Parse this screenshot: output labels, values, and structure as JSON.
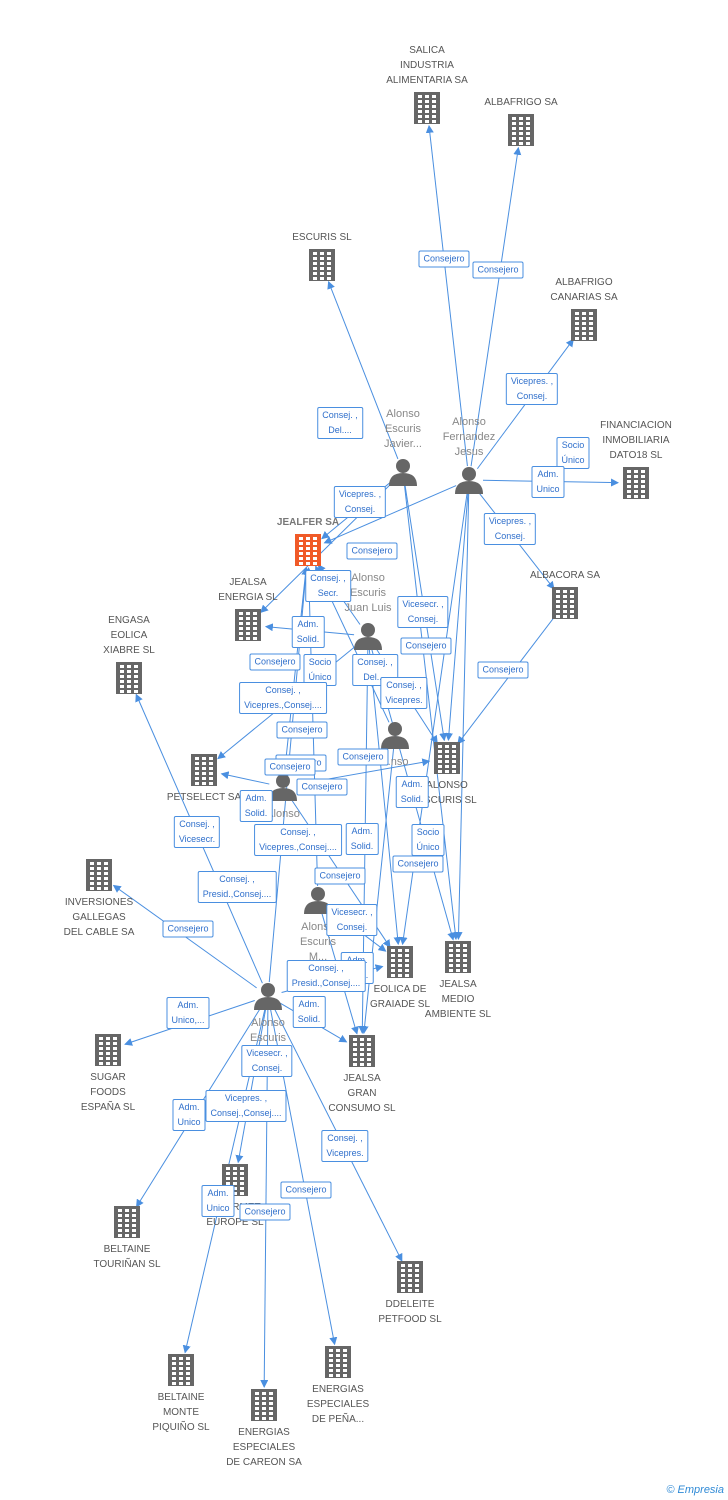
{
  "colors": {
    "edge": "#4a8fe0",
    "building": "#666666",
    "focus": "#f05a28",
    "person": "#666666"
  },
  "nodes": [
    {
      "id": "salica",
      "kind": "company",
      "label": "SALICA\nINDUSTRIA\nALIMENTARIA SA"
    },
    {
      "id": "albafrigo",
      "kind": "company",
      "label": "ALBAFRIGO SA"
    },
    {
      "id": "escuris",
      "kind": "company",
      "label": "ESCURIS SL"
    },
    {
      "id": "albafrigo_can",
      "kind": "company",
      "label": "ALBAFRIGO\nCANARIAS SA"
    },
    {
      "id": "financiacion",
      "kind": "company",
      "label": "FINANCIACION\nINMOBILIARIA\nDATO18 SL"
    },
    {
      "id": "jealfer",
      "kind": "focus",
      "label": "JEALFER SA"
    },
    {
      "id": "albacora",
      "kind": "company",
      "label": "ALBACORA SA"
    },
    {
      "id": "jealsa_energia",
      "kind": "company",
      "label": "JEALSA\nENERGIA SL"
    },
    {
      "id": "engasa",
      "kind": "company",
      "label": "ENGASA\nEOLICA\nXIABRE SL"
    },
    {
      "id": "petselect",
      "kind": "company",
      "label": "PETSELECT SA"
    },
    {
      "id": "alonso_escuris_sl",
      "kind": "company",
      "label": "ALONSO\nESCURIS SL"
    },
    {
      "id": "inversiones",
      "kind": "company",
      "label": "INVERSIONES\nGALLEGAS\nDEL CABLE SA"
    },
    {
      "id": "eolica",
      "kind": "company",
      "label": "EOLICA DE\nGRAIADE SL"
    },
    {
      "id": "jealsa_medio",
      "kind": "company",
      "label": "JEALSA\nMEDIO\nAMBIENTE SL"
    },
    {
      "id": "jealsa_gran",
      "kind": "company",
      "label": "JEALSA\nGRAN\nCONSUMO SL"
    },
    {
      "id": "sugar",
      "kind": "company",
      "label": "SUGAR\nFOODS\nESPAÑA  SL"
    },
    {
      "id": "gourmet",
      "kind": "company",
      "label": "GOURMET\nEUROPE SL"
    },
    {
      "id": "beltaine_t",
      "kind": "company",
      "label": "BELTAINE\nTOURIÑAN SL"
    },
    {
      "id": "ddeleite",
      "kind": "company",
      "label": "DDELEITE\nPETFOOD  SL"
    },
    {
      "id": "beltaine_m",
      "kind": "company",
      "label": "BELTAINE\nMONTE\nPIQUIÑO SL"
    },
    {
      "id": "energias_car",
      "kind": "company",
      "label": "ENERGIAS\nESPECIALES\nDE CAREON SA"
    },
    {
      "id": "energias_pen",
      "kind": "company",
      "label": "ENERGIAS\nESPECIALES\nDE PEÑA..."
    },
    {
      "id": "p_alonso_fj",
      "kind": "person",
      "label": "Alonso\nFernandez\nJesus"
    },
    {
      "id": "p_alonso_ej",
      "kind": "person",
      "label": "Alonso\nEscuris\nJavier..."
    },
    {
      "id": "p_alonso_jl",
      "kind": "person",
      "label": "Alonso\nEscuris\nJuan Luis"
    },
    {
      "id": "p_alonso_m",
      "kind": "person",
      "label": "Alonso\nEscuris\nM..."
    },
    {
      "id": "p_alonso_e",
      "kind": "person",
      "label": "Alonso\nEscuris..."
    },
    {
      "id": "p_alonso_c",
      "kind": "person",
      "label": "Alonso\nEscuris"
    },
    {
      "id": "p_fonso",
      "kind": "person",
      "label": "...nso"
    }
  ],
  "edge_labels": [
    "Consejero",
    "Consejero",
    "Consej. ,\nDel....",
    "Vicepres. ,\nConsej.",
    "Socio\nÚnico",
    "Adm.\nUnico",
    "Vicepres. ,\nConsej.",
    "Vicepres. ,\nConsej.",
    "Consejero",
    "Consej. ,\nSecr.",
    "Adm.\nSolid.",
    "Consejero",
    "Socio\nÚnico",
    "Consej. ,\nVicepres.,Consej....",
    "Consejero",
    "Consej. ,\nDel....",
    "Consej. ,\nVicepres.",
    "Vicesecr. ,\nConsej.",
    "Consejero",
    "Consejero",
    "Consej. ,\nVicesecr.",
    "Adm.\nSolid.",
    "Consej. ,\nVicepres.,Consej....",
    "Consej. ,\nPresid.,Consej....",
    "Consejero",
    "Consejero",
    "Adm.\nSolid.",
    "Adm.\nSolid.",
    "Socio\nÚnico",
    "Consejero",
    "Consejero",
    "Vicesecr. ,\nConsej.",
    "Adm.\nSolid.",
    "Adm.\nUnico,...",
    "Vicesecr. ,\nConsej.",
    "Adm.\nUnico",
    "Vicepres. ,\nConsej.,Consej....",
    "Consej. ,\nVicepres.",
    "Consejero",
    "Adm.\nUnico",
    "Consejero",
    "Consejero",
    "Consejero",
    "Consej. ,\nPresid.,Consej....",
    "Adm.\nSolid.",
    "Consejero"
  ],
  "watermark": "© Empresia"
}
